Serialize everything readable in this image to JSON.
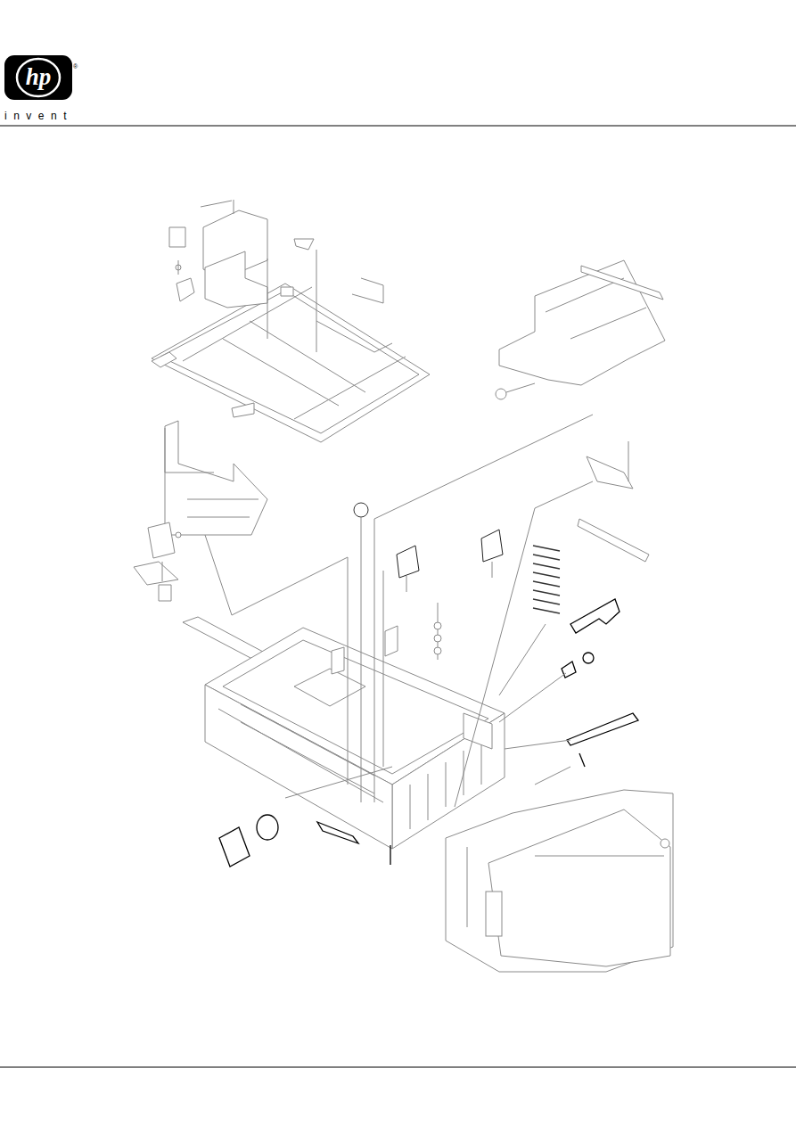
{
  "diagram": {
    "labels": [
      "hp",
      "®",
      "invent"
    ]
  }
}
